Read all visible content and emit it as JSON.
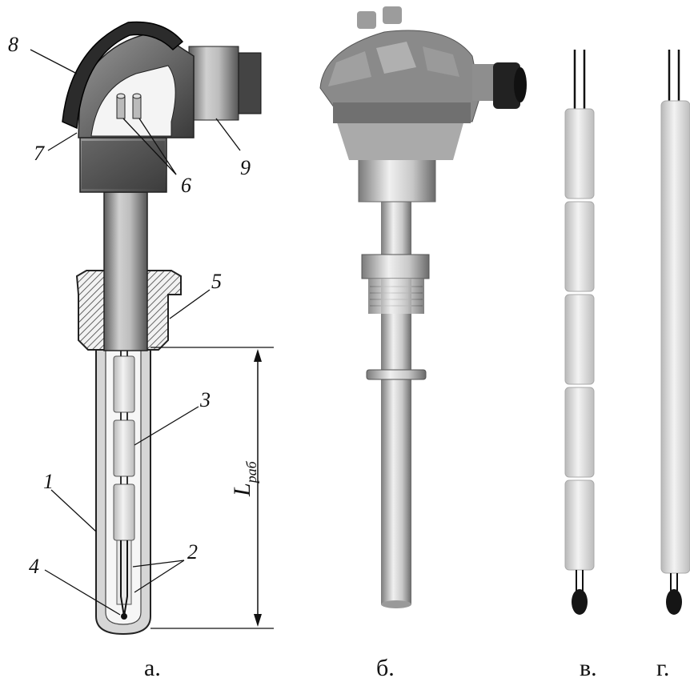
{
  "figure": {
    "callouts": [
      "1",
      "2",
      "3",
      "4",
      "5",
      "6",
      "7",
      "8",
      "9"
    ],
    "length_label": {
      "symbol": "L",
      "subscript": "раб"
    },
    "panels": [
      "а.",
      "б.",
      "в.",
      "г."
    ]
  },
  "colors": {
    "metal_light": "#d9d9d9",
    "metal_dark": "#6e6e6e",
    "head_dark": "#2f2f2f",
    "ceramic": "#dcdcdc",
    "tip": "#151515"
  }
}
